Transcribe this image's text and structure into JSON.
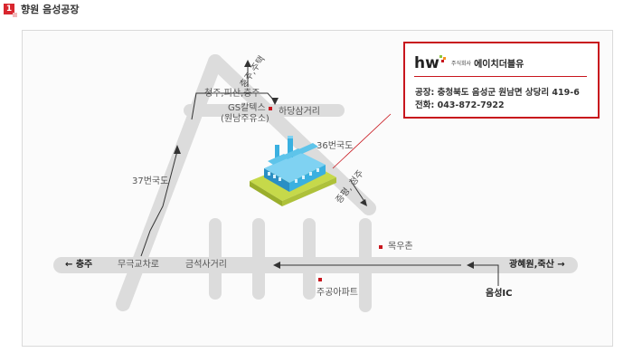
{
  "header": {
    "badge": "1",
    "title": "향원 음성공장"
  },
  "map": {
    "labels": {
      "chungju_top": "충주,주택",
      "cheongju_pisan": "청주,피산,충주",
      "gs_caltex": "GS칼텍스",
      "wonnam_station": "(원남주유소)",
      "hadang": "하당삼거리",
      "route36": "36번국도",
      "route37": "37번국도",
      "jeungpyeong": "증평, 청주",
      "chungju_left": "← 충주",
      "mugeuk": "무극교차로",
      "geumseok": "금석사거리",
      "mokuchon": "목우촌",
      "jugong": "주공아파트",
      "gwanghyewon": "광혜원,죽산 →",
      "eumseong_ic": "음성IC"
    }
  },
  "info": {
    "logo_text": "hw",
    "company_small": "주식회사",
    "company": "에이치더블유",
    "address": "공장: 충청북도 음성군 원남면 상당리 419-6",
    "phone": "전화: 043-872-7922"
  },
  "colors": {
    "road": "#dcdcdc",
    "accent": "#c8161d",
    "factory": "#3ab0e0",
    "ground": "#c6d94a"
  }
}
